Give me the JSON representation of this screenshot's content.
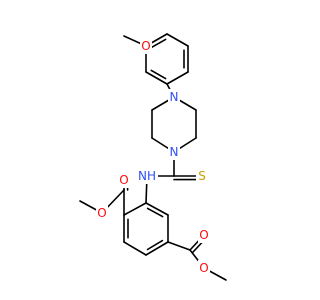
{
  "colors": {
    "bond": "#000000",
    "carbon_default": "#000000",
    "N": "#3050F8",
    "O": "#FF0D0D",
    "S": "#C8A000"
  },
  "atom_labels": {
    "methoxy_o": "O",
    "piperazine_n_top": "N",
    "piperazine_n_bottom": "N",
    "thione_s": "S",
    "amide_n": "NH",
    "ester1_carbonyl_o": "O",
    "ester1_ether_o": "O",
    "ester2_carbonyl_o": "O",
    "ester2_ether_o": "O"
  }
}
